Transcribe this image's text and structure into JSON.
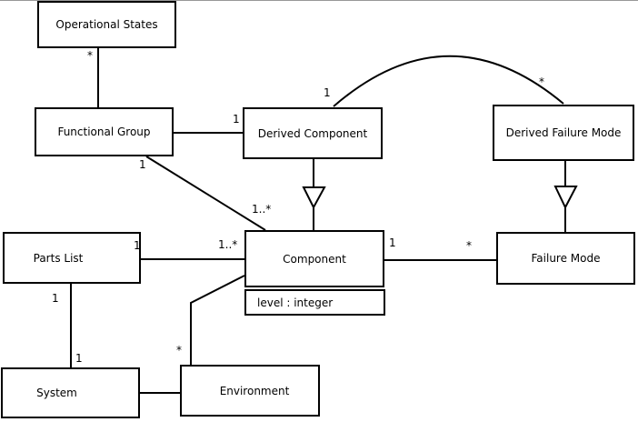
{
  "colors": {
    "line": "#000000",
    "box_border": "#000000",
    "box_fill": "#ffffff",
    "background": "#ffffff",
    "top_edge": "#989898"
  },
  "classes": {
    "operational_states": {
      "name": "Operational States"
    },
    "functional_group": {
      "name": "Functional Group"
    },
    "derived_component": {
      "name": "Derived Component"
    },
    "derived_failure_mode": {
      "name": "Derived Failure Mode"
    },
    "parts_list": {
      "name": "Parts List"
    },
    "component": {
      "name": "Component",
      "attribute": "level : integer"
    },
    "failure_mode": {
      "name": "Failure Mode"
    },
    "system": {
      "name": "System"
    },
    "environment": {
      "name": "Environment"
    }
  },
  "multiplicities": {
    "operational_states_end": "*",
    "derived_component_left_end": "1",
    "functional_group_bottom_end": "1",
    "component_top_end": "1..*",
    "arc_derived_component_end": "1",
    "arc_derived_failure_mode_end": "*",
    "parts_list_right_end": "1",
    "component_left_end": "1..*",
    "component_right_end": "1",
    "failure_mode_left_end": "*",
    "parts_list_bottom_end": "1",
    "system_top_end": "1",
    "environment_top_end": "*"
  }
}
